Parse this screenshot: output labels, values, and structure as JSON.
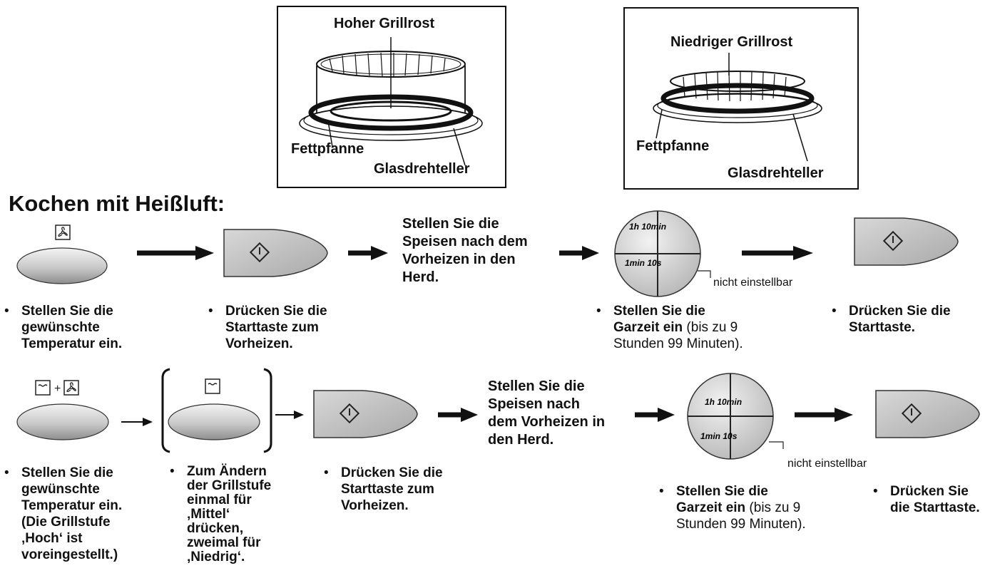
{
  "diagrams": {
    "high_rack": {
      "title": "Hoher Grillrost",
      "pan_label": "Fettpfanne",
      "plate_label": "Glasdrehteller"
    },
    "low_rack": {
      "title": "Niedriger Grillrost",
      "pan_label": "Fettpfanne",
      "plate_label": "Glasdrehteller"
    }
  },
  "heading": "Kochen mit Heißluft:",
  "dial": {
    "upper": "1h 10min",
    "lower": "1min 10s",
    "note": "nicht einstellbar"
  },
  "row1": {
    "middle_text": [
      "Stellen Sie die",
      "Speisen nach dem",
      "Vorheizen in den",
      "Herd."
    ],
    "captions": [
      {
        "lines": [
          "Stellen Sie die",
          "gewünschte",
          "Temperatur ein."
        ]
      },
      {
        "lines": [
          "Drücken Sie die",
          "Starttaste zum",
          "Vorheizen."
        ]
      },
      {
        "lines": [
          "Stellen Sie die"
        ],
        "bold_part": "Garzeit ein",
        "plain_part": " (bis zu 9",
        "plain_line": "Stunden 99 Minuten)."
      },
      {
        "lines": [
          "Drücken Sie die",
          "Starttaste."
        ]
      }
    ]
  },
  "row2": {
    "middle_text": [
      "Stellen Sie die",
      "Speisen nach",
      "dem Vorheizen in",
      "den Herd."
    ],
    "captions": [
      {
        "lines": [
          "Stellen Sie die",
          "gewünschte",
          "Temperatur ein.",
          "(Die Grillstufe",
          "‚Hoch‘ ist",
          "voreingestellt.)"
        ]
      },
      {
        "lines": [
          "Zum Ändern",
          "der Grillstufe",
          "einmal für",
          "‚Mittel‘",
          "drücken,",
          "zweimal für",
          "‚Niedrig‘."
        ]
      },
      {
        "lines": [
          "Drücken Sie die",
          "Starttaste zum",
          "Vorheizen."
        ]
      },
      {
        "lines": [
          "Stellen Sie die"
        ],
        "bold_part": "Garzeit ein",
        "plain_part": " (bis zu 9",
        "plain_line": "Stunden 99 Minuten)."
      },
      {
        "lines": [
          "Drücken Sie",
          "die Starttaste."
        ]
      }
    ]
  },
  "bullet_char": "•"
}
